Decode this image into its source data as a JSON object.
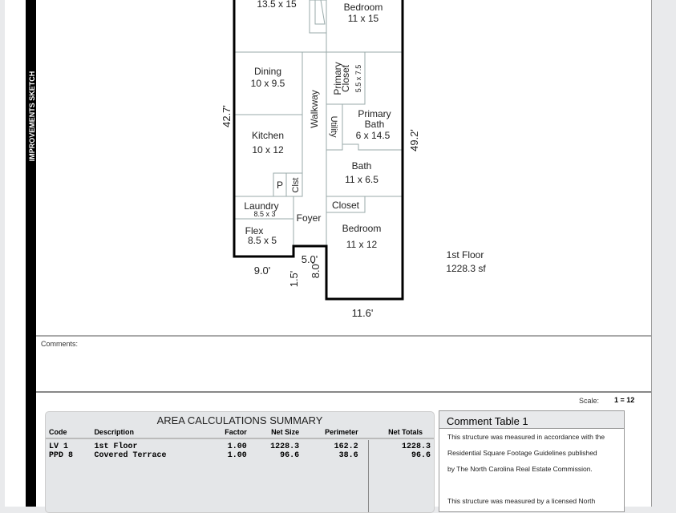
{
  "sidebar": {
    "title": "IMPROVEMENTS SKETCH"
  },
  "rooms": {
    "living_size": "13.5 x 15",
    "bedroom1_name": "Bedroom",
    "bedroom1_size": "11 x 15",
    "dining_name": "Dining",
    "dining_size": "10 x 9.5",
    "walkway": "Walkway",
    "primary_closet_name1": "Primary",
    "primary_closet_name2": "Closet",
    "primary_closet_size": "5.5 x 7.5",
    "utility": "Utility",
    "primary_bath_name1": "Primary",
    "primary_bath_name2": "Bath",
    "primary_bath_size": "6 x 14.5",
    "kitchen_name": "Kitchen",
    "kitchen_size": "10 x 12",
    "pantry": "P",
    "clst": "Clst",
    "bath_name": "Bath",
    "bath_size": "11 x 6.5",
    "laundry_name": "Laundry",
    "laundry_size": "8.5 x 3",
    "foyer": "Foyer",
    "closet": "Closet",
    "flex_name": "Flex",
    "flex_size": "8.5 x 5",
    "bedroom2_name": "Bedroom",
    "bedroom2_size": "11 x 12"
  },
  "dimensions": {
    "left": "42.7'",
    "right": "49.2'",
    "flex_bottom": "9.0'",
    "step_a": "1.5'",
    "step_b": "8.0'",
    "step_c": "5.0'",
    "bottom": "11.6'"
  },
  "floor": {
    "name": "1st Floor",
    "area": "1228.3 sf"
  },
  "comments": {
    "label": "Comments:"
  },
  "scale": {
    "label": "Scale:",
    "value": "1 = 12"
  },
  "area_summary": {
    "title": "AREA CALCULATIONS SUMMARY",
    "headers": [
      "Code",
      "Description",
      "Factor",
      "Net Size",
      "Perimeter",
      "Net Totals"
    ],
    "rows": [
      [
        "LV 1",
        "1st Floor",
        "1.00",
        "1228.3",
        "162.2",
        "1228.3"
      ],
      [
        "PPD 8",
        "Covered Terrace",
        "1.00",
        "96.6",
        "38.6",
        "96.6"
      ]
    ]
  },
  "comment_table": {
    "title": "Comment Table 1",
    "lines": [
      "This structure was measured in accordance with the",
      "Residential Square Footage Guidelines published",
      "by The North Carolina Real Estate Commission.",
      "",
      "This structure was measured by a licensed North"
    ]
  }
}
